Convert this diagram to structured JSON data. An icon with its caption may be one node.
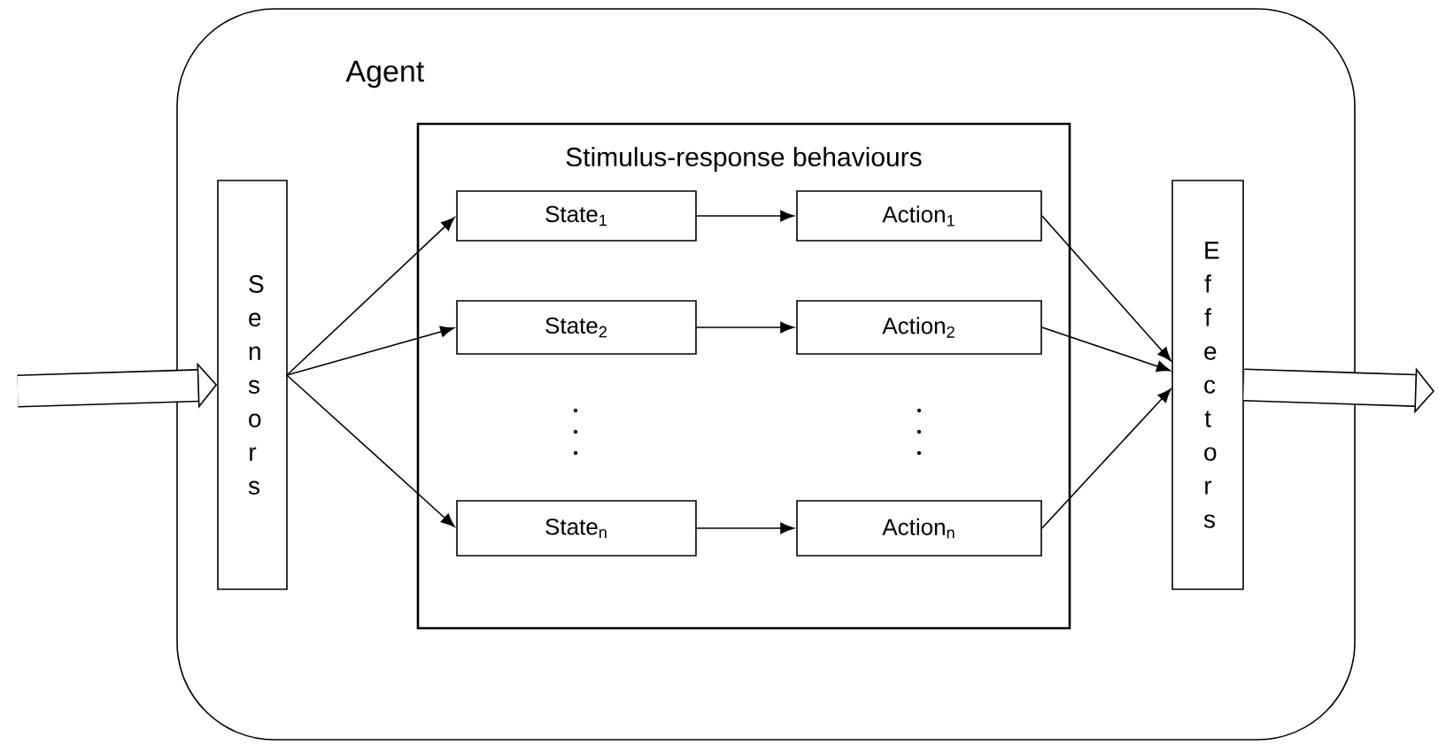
{
  "diagram": {
    "nodes": [
      {
        "text": [
          "Agent"
        ]
      },
      {
        "text": [
          "Sensors"
        ],
        "in": 0
      },
      {
        "text": [
          "Stimulus-response behaviours"
        ],
        "in": 0
      },
      {
        "text": [
          "State$_{1}$"
        ],
        "in": 2
      },
      {
        "text": [
          "Action$_{1}$"
        ],
        "in": 2
      },
      {
        "text": [
          "State$_{2}$"
        ],
        "in": 2
      },
      {
        "text": [
          "Action$_{2}$"
        ],
        "in": 2
      },
      {
        "text": [
          "State$_{n}$"
        ],
        "in": 2
      },
      {
        "text": [
          "Action$_{n}$"
        ],
        "in": 2
      },
      {
        "text": [
          "Effectors"
        ],
        "in": 0
      }
    ],
    "edges": [
      {
        "from": null,
        "to": 1,
        "arrow": "to",
        "style": "thick"
      },
      {
        "from": 1,
        "to": 3,
        "arrow": "to"
      },
      {
        "from": 1,
        "to": 5,
        "arrow": "to"
      },
      {
        "from": 1,
        "to": 7,
        "arrow": "to"
      },
      {
        "from": 3,
        "to": 4,
        "arrow": "to"
      },
      {
        "from": 5,
        "to": 6,
        "arrow": "to"
      },
      {
        "from": 7,
        "to": 8,
        "arrow": "to"
      },
      {
        "from": 4,
        "to": 9,
        "arrow": "to"
      },
      {
        "from": 6,
        "to": 9,
        "arrow": "to"
      },
      {
        "from": 8,
        "to": 9,
        "arrow": "to"
      },
      {
        "from": 9,
        "to": null,
        "arrow": "to",
        "style": "thick"
      }
    ]
  }
}
